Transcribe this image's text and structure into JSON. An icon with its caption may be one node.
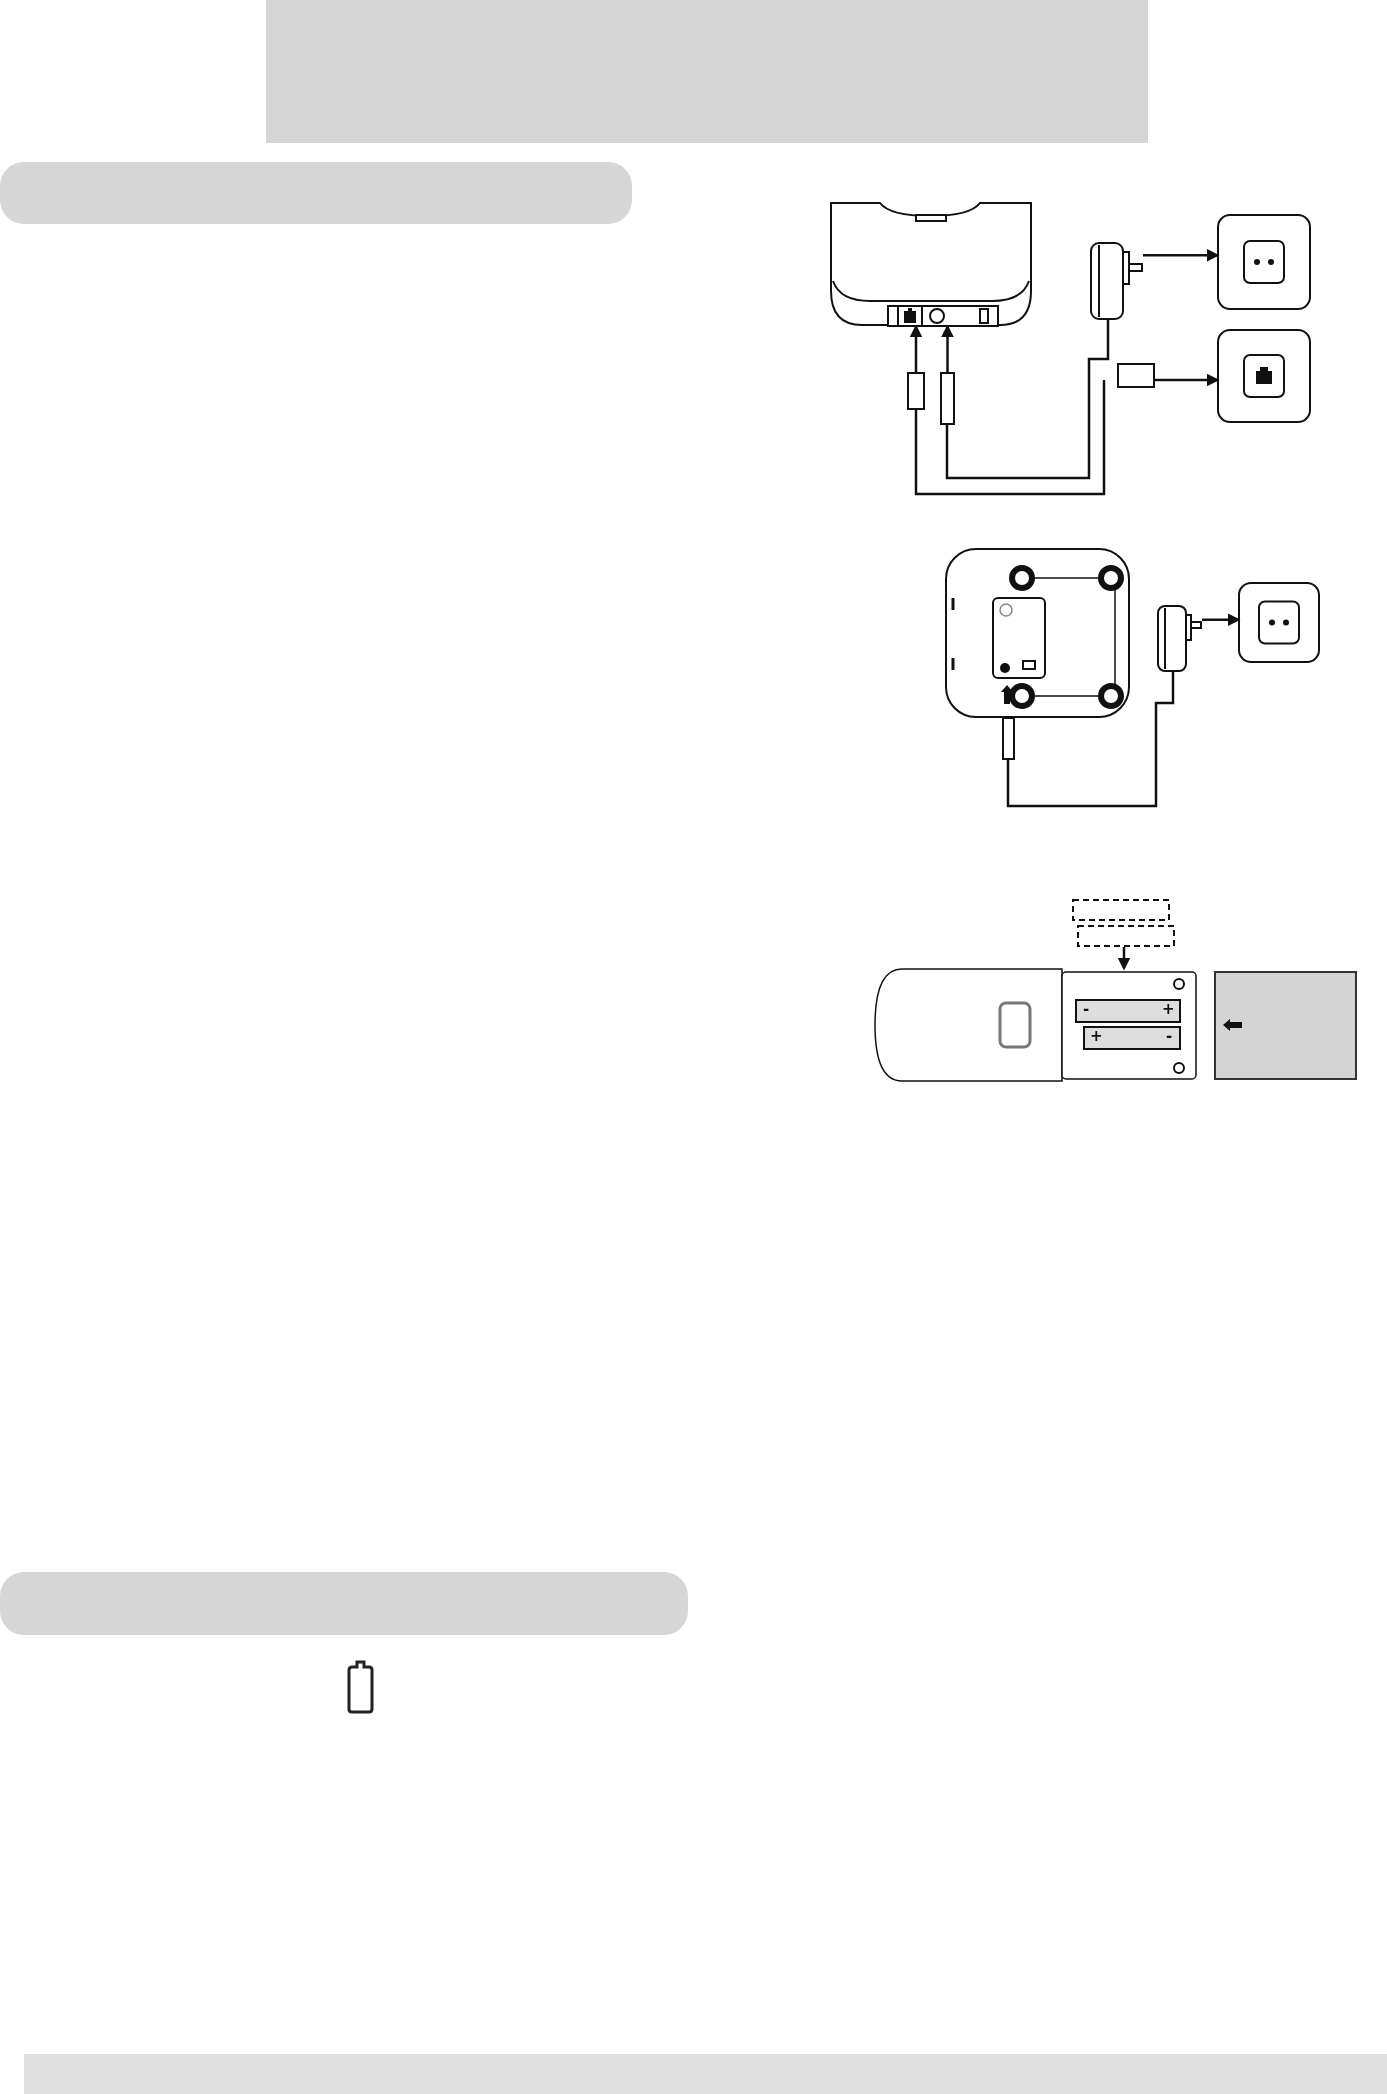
{
  "diagram": {
    "nodes": [
      {
        "text": [],
        "shape": "bar"
      },
      {
        "text": [],
        "shape": "bar"
      },
      {
        "text": [],
        "shape": "picture"
      },
      {
        "text": [],
        "shape": "box"
      },
      {
        "text": [],
        "shape": "box"
      },
      {
        "text": [],
        "shape": "picture"
      },
      {
        "text": [],
        "shape": "box"
      },
      {
        "text": [],
        "shape": "picture"
      },
      {
        "text": [],
        "shape": "picture"
      },
      {
        "text": [],
        "shape": "picture"
      },
      {
        "text": [],
        "shape": "box"
      },
      {
        "text": [],
        "shape": "picture"
      },
      {
        "text": [],
        "shape": "picture"
      },
      {
        "text": [],
        "shape": "picture"
      },
      {
        "text": [],
        "shape": "picture"
      },
      {
        "text": [],
        "shape": "picture"
      },
      {
        "text": [],
        "shape": "bar"
      },
      {
        "text": [],
        "shape": "bar"
      }
    ],
    "edges": [
      {
        "from": 3,
        "to": 2,
        "arrow": "to"
      },
      {
        "from": 4,
        "to": 2,
        "arrow": "to"
      },
      {
        "from": 3,
        "to": 6,
        "arrow": "none"
      },
      {
        "from": 4,
        "to": 5,
        "arrow": "none"
      },
      {
        "from": 5,
        "to": 7,
        "arrow": "to"
      },
      {
        "from": 6,
        "to": 8,
        "arrow": "to"
      },
      {
        "from": 10,
        "to": 11,
        "arrow": "none"
      },
      {
        "from": 11,
        "to": 12,
        "arrow": "to"
      },
      {
        "from": 13,
        "to": 14,
        "arrow": "to"
      }
    ],
    "labels": [
      "-",
      "+",
      "+",
      "-"
    ]
  }
}
